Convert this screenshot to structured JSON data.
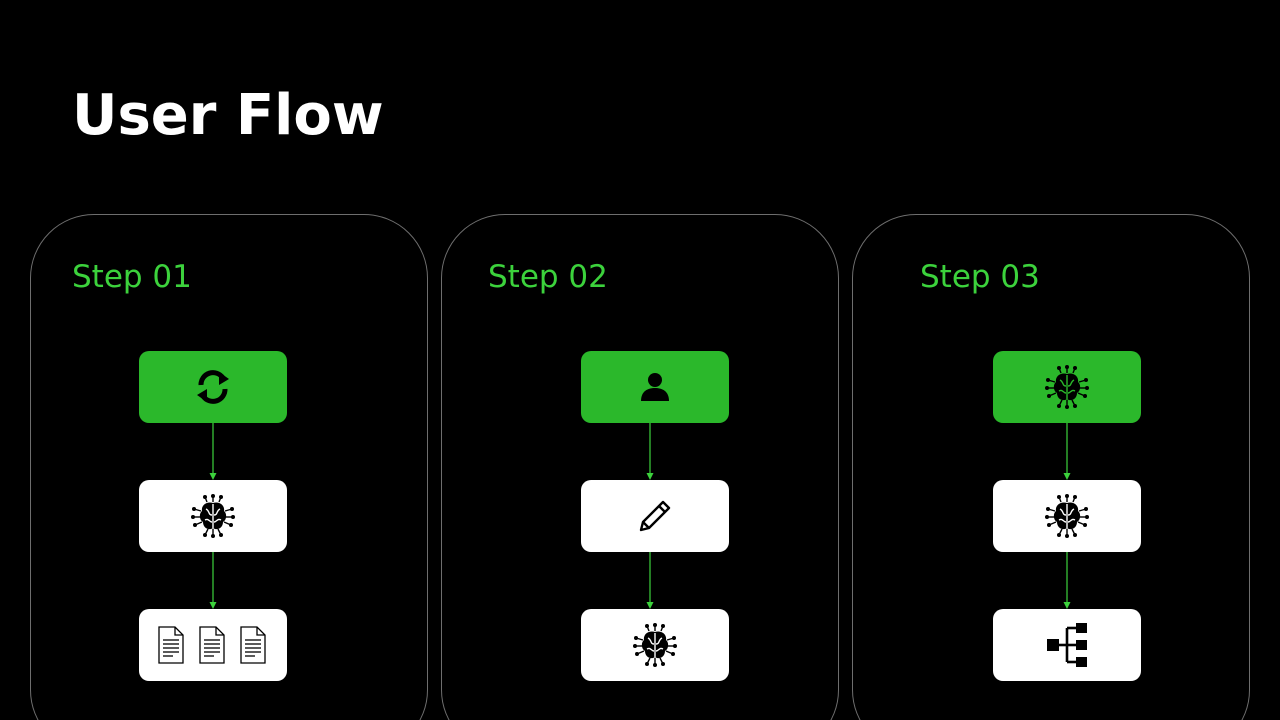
{
  "slide": {
    "title": "User Flow"
  },
  "colors": {
    "background": "#000000",
    "accent_green": "#2bb82b",
    "label_green": "#3cd23c",
    "card_border": "#6e6e6e",
    "node_white": "#ffffff"
  },
  "steps": [
    {
      "label": "Step 01",
      "nodes": [
        {
          "style": "green",
          "icon": "refresh-icon"
        },
        {
          "style": "white",
          "icon": "ai-brain-icon"
        },
        {
          "style": "white",
          "icon": "documents-icon"
        }
      ]
    },
    {
      "label": "Step 02",
      "nodes": [
        {
          "style": "green",
          "icon": "user-icon"
        },
        {
          "style": "white",
          "icon": "pencil-icon"
        },
        {
          "style": "white",
          "icon": "ai-brain-icon"
        }
      ]
    },
    {
      "label": "Step 03",
      "nodes": [
        {
          "style": "green",
          "icon": "ai-brain-icon"
        },
        {
          "style": "white",
          "icon": "ai-brain-icon"
        },
        {
          "style": "white",
          "icon": "hierarchy-icon"
        }
      ]
    }
  ]
}
